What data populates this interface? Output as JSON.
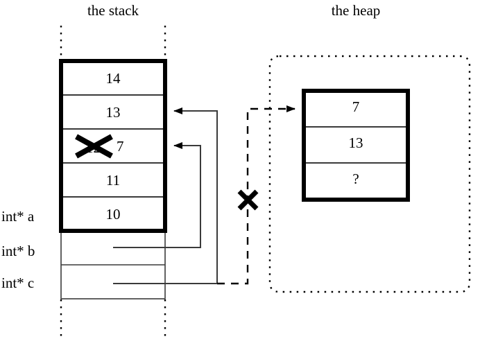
{
  "diagram": {
    "title_stack": "the stack",
    "title_heap": "the heap",
    "colors": {
      "ink": "#000000",
      "thin_line": "#333333",
      "background": "#ffffff"
    }
  },
  "stack": {
    "label": "the stack",
    "cells": [
      {
        "value": "14",
        "struck": false
      },
      {
        "value": "13",
        "struck": false
      },
      {
        "value": "12",
        "struck": true,
        "replacement": "7"
      },
      {
        "value": "11",
        "struck": false
      },
      {
        "value": "10",
        "struck": false
      }
    ],
    "variables": [
      {
        "name": "int* a",
        "points_to": "stack-cell-10"
      },
      {
        "name": "int* b",
        "points_to": "stack-cell-12"
      },
      {
        "name": "int* c",
        "points_to": "stack-cell-13"
      }
    ]
  },
  "heap": {
    "label": "the heap",
    "cells": [
      {
        "value": "7"
      },
      {
        "value": "13"
      },
      {
        "value": "?"
      }
    ]
  },
  "annotations": {
    "struck_value_mark": "x-cross-mark",
    "severed_pointer_mark": "x-cross-mark",
    "unknown_value": "?"
  }
}
